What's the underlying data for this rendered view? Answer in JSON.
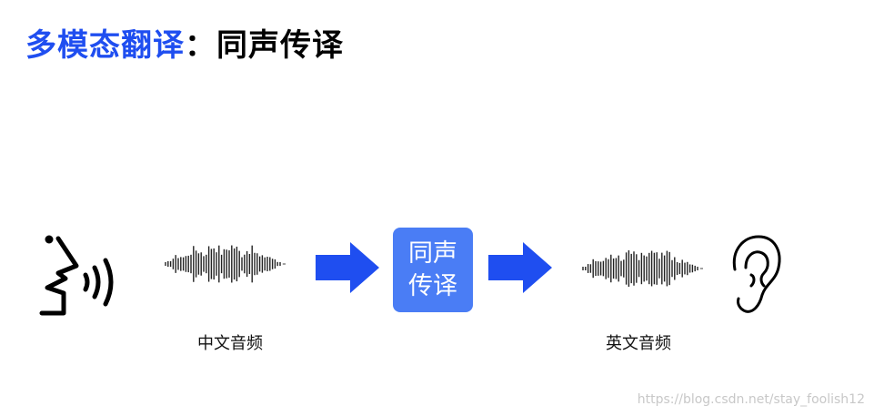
{
  "title": {
    "part1": "多模态翻译",
    "colon": "：",
    "part2": "同声传译"
  },
  "process_box": {
    "line1": "同声",
    "line2": "传译"
  },
  "captions": {
    "source": "中文音频",
    "target": "英文音频"
  },
  "watermark": "https://blog.csdn.net/stay_foolish12",
  "icons": {
    "speaker": "speaking-head-icon",
    "source_wave": "audio-waveform-icon",
    "arrow": "right-arrow-icon",
    "target_wave": "audio-waveform-icon",
    "listener": "ear-icon"
  },
  "colors": {
    "accent": "#1f4ef0",
    "box": "#4a7df5"
  }
}
